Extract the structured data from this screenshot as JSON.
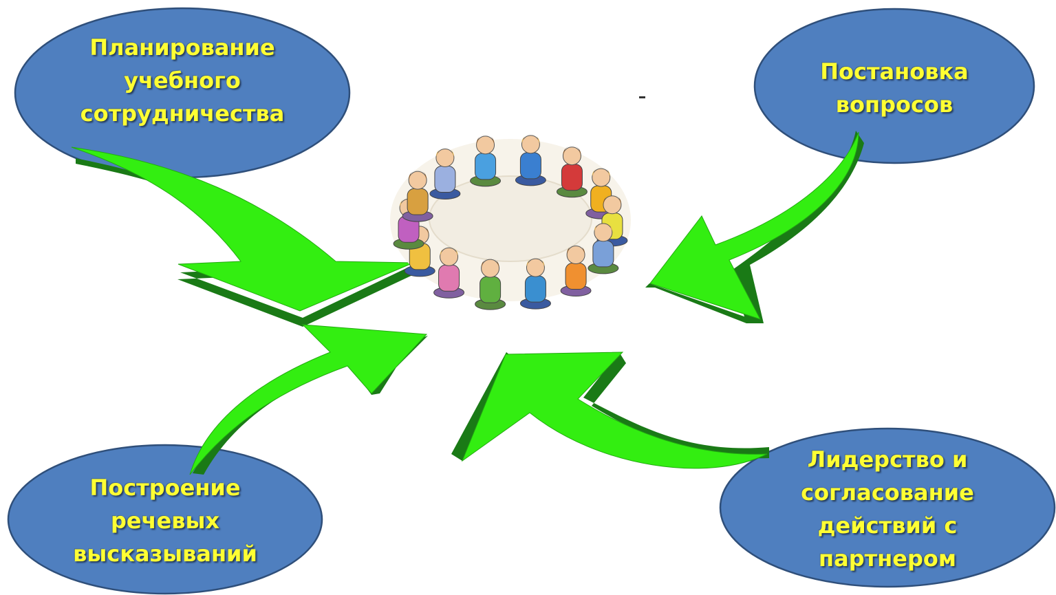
{
  "colors": {
    "oval_fill": "#4f7fbf",
    "oval_text": "#ffff33",
    "arrow_top": "#33ee11",
    "arrow_side": "#1a7a16"
  },
  "center_image": {
    "icon": "children-circle-illustration"
  },
  "nodes": {
    "top_left": {
      "lines": [
        "Планирование",
        "учебного",
        "сотрудничества"
      ]
    },
    "top_right": {
      "lines": [
        "Постановка",
        "вопросов"
      ]
    },
    "bottom_left": {
      "lines": [
        "Построение",
        "речевых",
        "высказываний"
      ]
    },
    "bottom_right": {
      "lines": [
        "Лидерство и",
        "согласование",
        "действий с",
        "партнером"
      ]
    }
  }
}
